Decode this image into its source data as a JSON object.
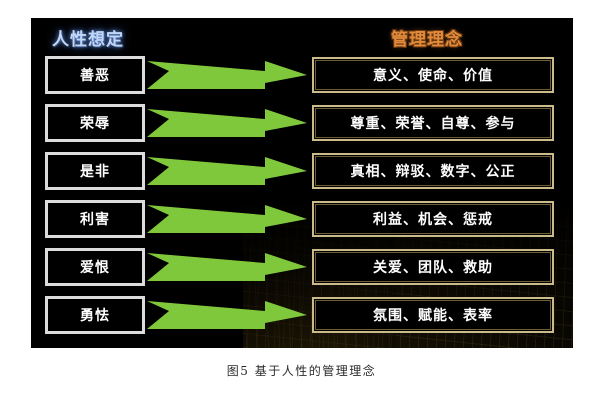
{
  "figure": {
    "caption": "图5  基于人性的管理理念",
    "colors": {
      "panel_background": "#000000",
      "arrow_green": "#7fc83c",
      "left_box_border": "#dcdcdc",
      "right_box_border": "#cbbb8b",
      "header_left_color": "#c3d7f5",
      "header_right_color": "#e28b3c",
      "page_background": "#ffffff"
    },
    "headers": {
      "left": "人性想定",
      "right": "管理理念"
    },
    "arrow_icon_name": "green-right-arrow-icon",
    "rows": [
      {
        "left": "善恶",
        "right": "意义、使命、价值"
      },
      {
        "left": "荣辱",
        "right": "尊重、荣誉、自尊、参与"
      },
      {
        "left": "是非",
        "right": "真相、辩驳、数字、公正"
      },
      {
        "left": "利害",
        "right": "利益、机会、惩戒"
      },
      {
        "left": "爱恨",
        "right": "关爱、团队、救助"
      },
      {
        "left": "勇怯",
        "right": "氛围、赋能、表率"
      }
    ]
  }
}
